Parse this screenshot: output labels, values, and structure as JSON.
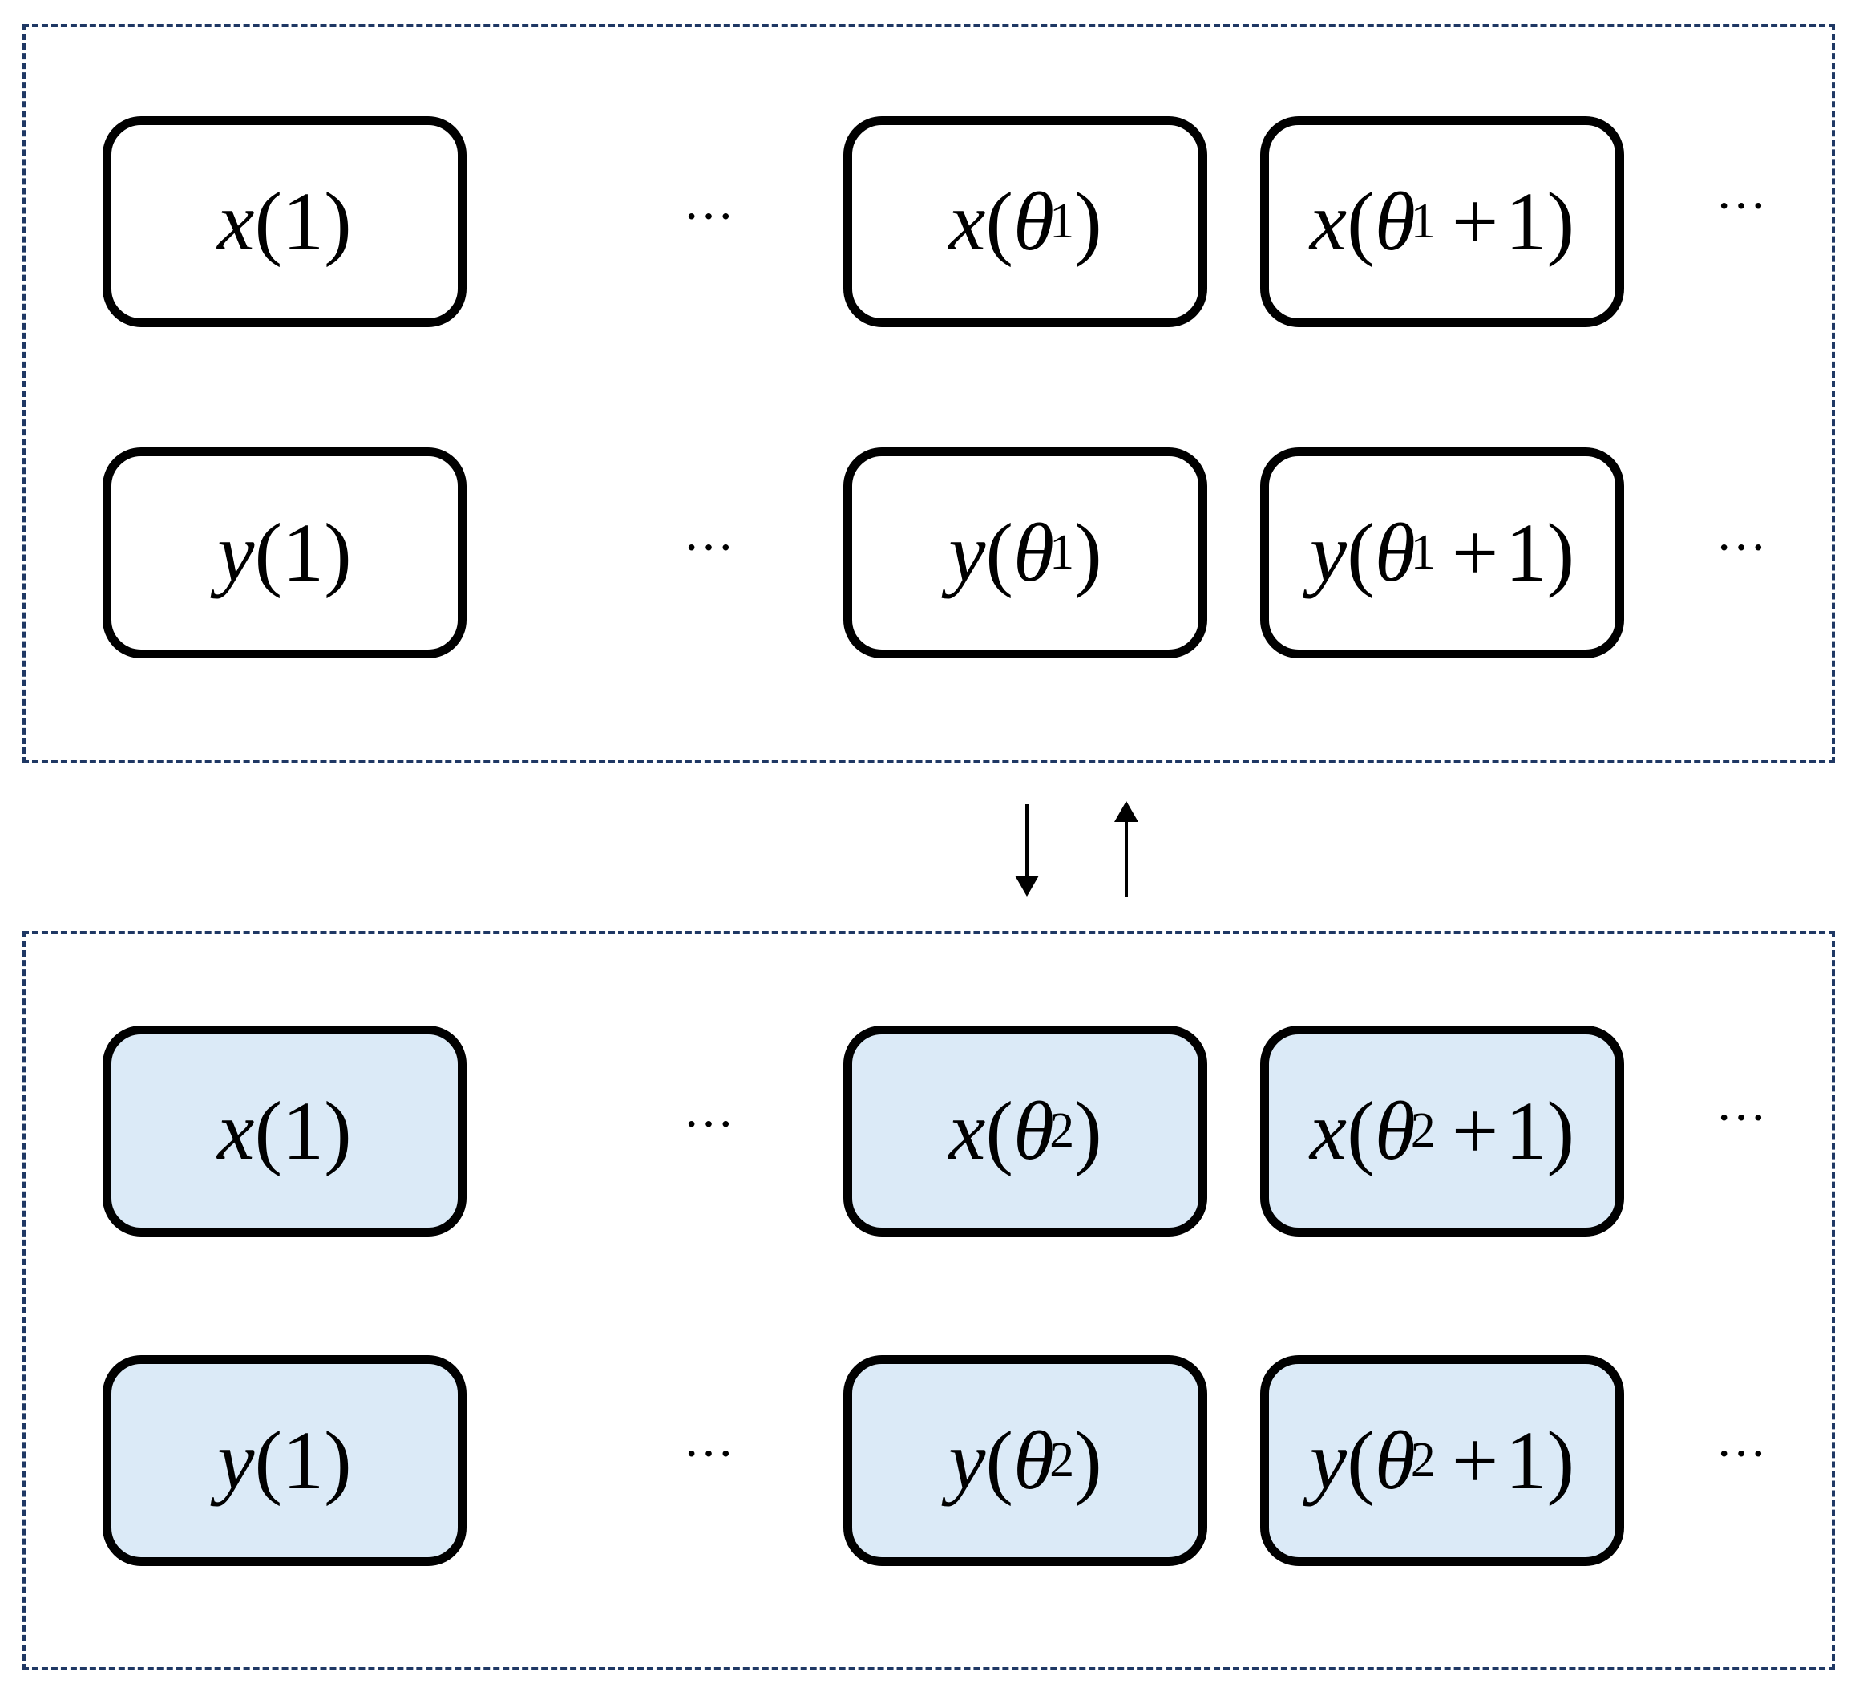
{
  "colors": {
    "frame_border": "#1f3864",
    "cell_border": "#000000",
    "top_cell_fill": "#ffffff",
    "bottom_cell_fill": "#dbeaf7"
  },
  "ellipsis": "···",
  "groups": [
    {
      "id": "top",
      "rows": [
        {
          "var": "x",
          "cells": [
            {
              "arg": "1"
            },
            {
              "theta_sub": "1"
            },
            {
              "theta_sub": "1",
              "plus": "+",
              "add": "1"
            }
          ]
        },
        {
          "var": "y",
          "cells": [
            {
              "arg": "1"
            },
            {
              "theta_sub": "1"
            },
            {
              "theta_sub": "1",
              "plus": "+",
              "add": "1"
            }
          ]
        }
      ]
    },
    {
      "id": "bottom",
      "rows": [
        {
          "var": "x",
          "cells": [
            {
              "arg": "1"
            },
            {
              "theta_sub": "2"
            },
            {
              "theta_sub": "2",
              "plus": "+",
              "add": "1"
            }
          ]
        },
        {
          "var": "y",
          "cells": [
            {
              "arg": "1"
            },
            {
              "theta_sub": "2"
            },
            {
              "theta_sub": "2",
              "plus": "+",
              "add": "1"
            }
          ]
        }
      ]
    }
  ],
  "theta_symbol": "θ",
  "arrows": [
    "down",
    "up"
  ]
}
